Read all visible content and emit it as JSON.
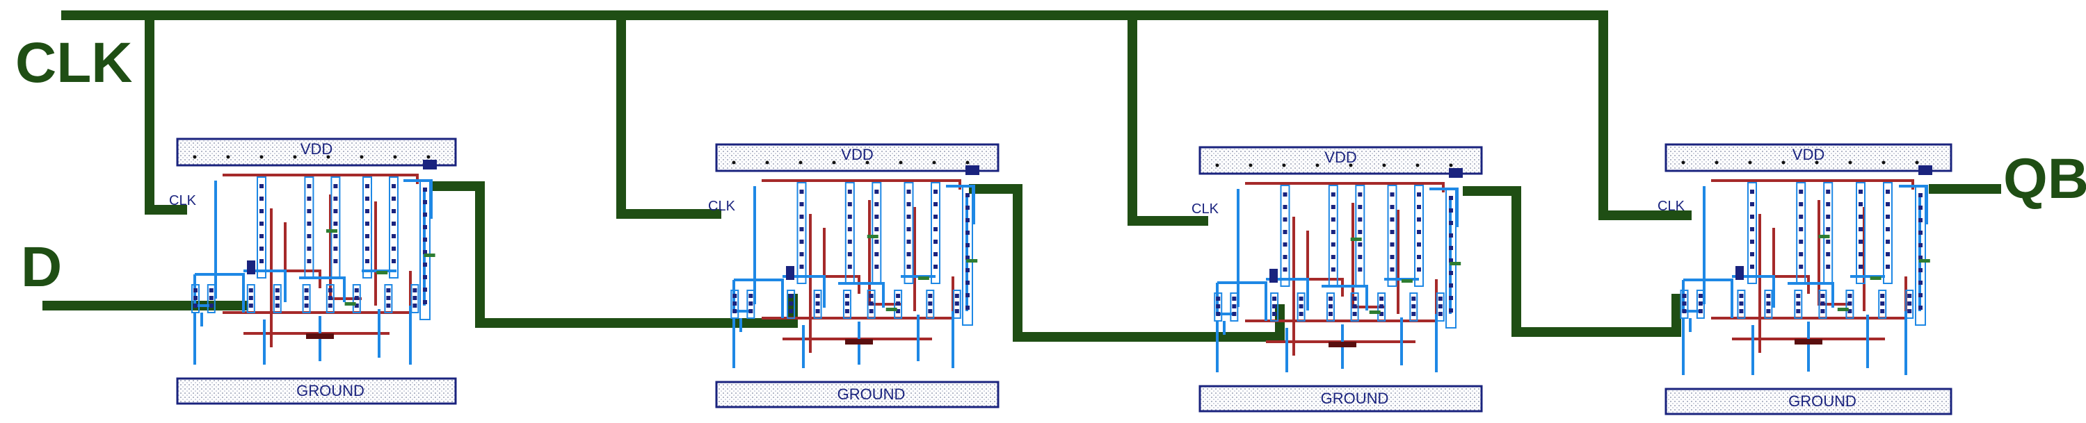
{
  "signals": {
    "clk": "CLK",
    "d": "D",
    "qb": "QB"
  },
  "cells": [
    {
      "vdd": "VDD",
      "ground": "GROUND",
      "clk": "CLK"
    },
    {
      "vdd": "VDD",
      "ground": "GROUND",
      "clk": "CLK"
    },
    {
      "vdd": "VDD",
      "ground": "GROUND",
      "clk": "CLK"
    },
    {
      "vdd": "VDD",
      "ground": "GROUND",
      "clk": "CLK"
    }
  ],
  "colors": {
    "wire": "#1f4e14",
    "rail_border": "#1a237e",
    "metal": "#1e88e5",
    "poly": "#a52a2a",
    "contact": "#1a237e",
    "via": "#2e7d32"
  }
}
